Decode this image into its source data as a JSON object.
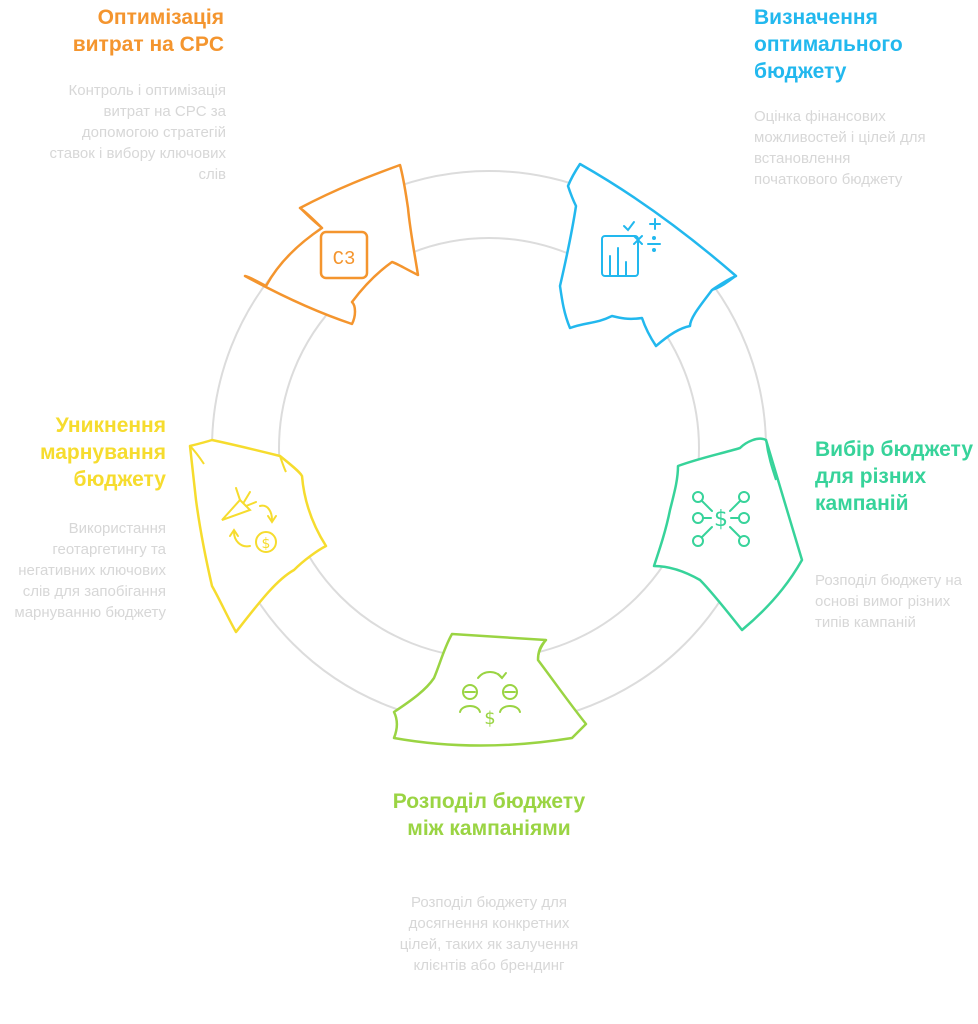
{
  "colors": {
    "orange": "#F4952E",
    "blue": "#22B8EE",
    "teal": "#37D39A",
    "green": "#9AD443",
    "yellow": "#F6DC2E",
    "ring": "#dcdcdc",
    "description": "#d7d7d7"
  },
  "stages": [
    {
      "title": "Оптимізація витрат на CPC",
      "description": "Контроль і оптимізація витрат на CPC за допомогою стратегій ставок і вибору ключових слів",
      "icon": "c3-icon",
      "icon_text": "C3"
    },
    {
      "title": "Визначення оптимального бюджету",
      "description": "Оцінка фінансових можливостей і цілей для встановлення початкового бюджету",
      "icon": "calculator-chart-icon"
    },
    {
      "title": "Вибір бюджету для різних кампаній",
      "description": "Розподіл бюджету на основі вимог різних типів кампаній",
      "icon": "money-distribution-icon"
    },
    {
      "title": "Розподіл бюджету між кампаніями",
      "description": "Розподіл бюджету для досягнення конкретних цілей, таких як залучення клієнтів або брендинг",
      "icon": "people-exchange-icon"
    },
    {
      "title": "Уникнення марнування бюджету",
      "description": "Використання геотаргетингу та негативних ключових слів для запобігання марнуванню бюджету",
      "icon": "carrot-coin-cycle-icon"
    }
  ]
}
